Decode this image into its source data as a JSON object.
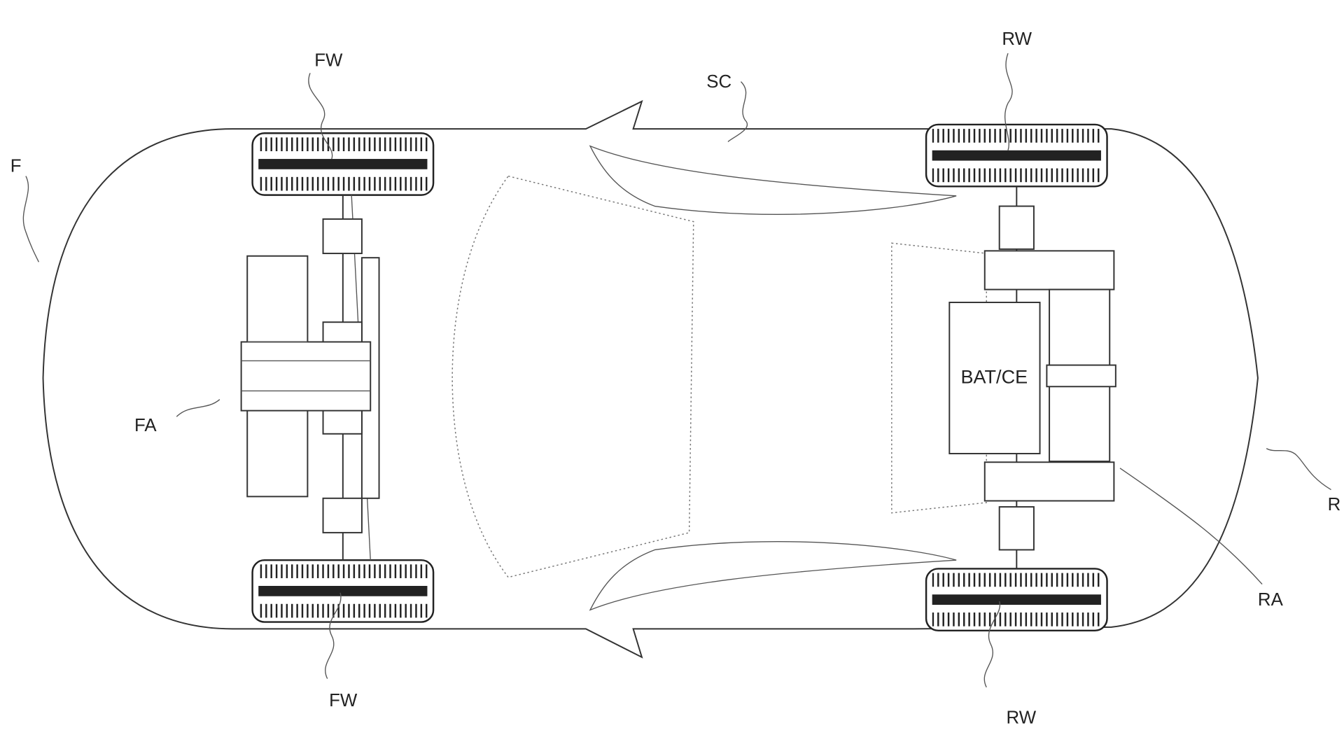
{
  "labels": {
    "front_wheel_top": "FW",
    "front_wheel_bottom": "FW",
    "rear_wheel_top": "RW",
    "rear_wheel_bottom": "RW",
    "shell": "SC",
    "front": "F",
    "front_axle": "FA",
    "battery": "BAT/CE",
    "rear": "R",
    "rear_axle": "RA"
  }
}
